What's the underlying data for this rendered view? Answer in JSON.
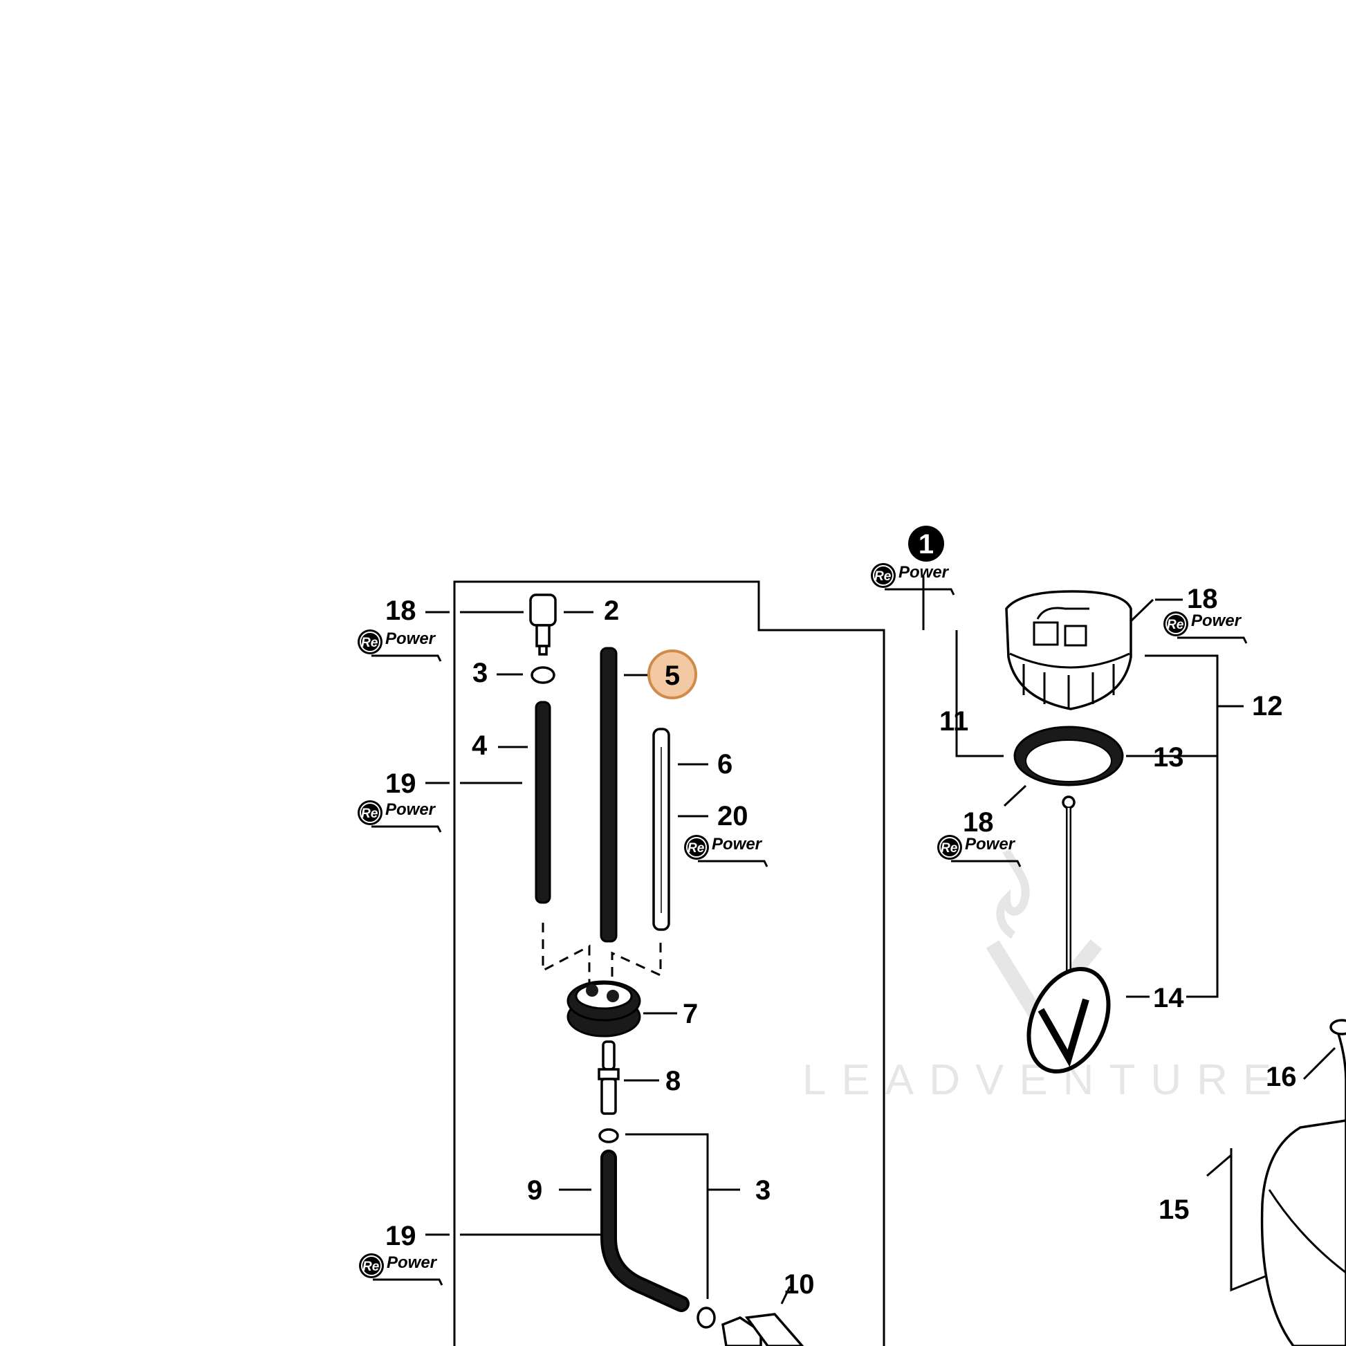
{
  "diagram": {
    "watermark": "LEADVENTURE",
    "brand_prefix": "Re",
    "brand_suffix": "Power",
    "colors": {
      "highlight_fill": "#f2c9a3",
      "highlight_stroke": "#d08a4a",
      "line": "#000000",
      "watermark": "#e6e6e6"
    },
    "callouts": {
      "c1": "1",
      "c2": "2",
      "c3a": "3",
      "c3b": "3",
      "c4": "4",
      "c5": "5",
      "c6": "6",
      "c7": "7",
      "c8": "8",
      "c9": "9",
      "c10": "10",
      "c11": "11",
      "c12": "12",
      "c13": "13",
      "c14": "14",
      "c15": "15",
      "c16": "16",
      "c18a": "18",
      "c18b": "18",
      "c18c": "18",
      "c19a": "19",
      "c19b": "19",
      "c20": "20"
    }
  }
}
